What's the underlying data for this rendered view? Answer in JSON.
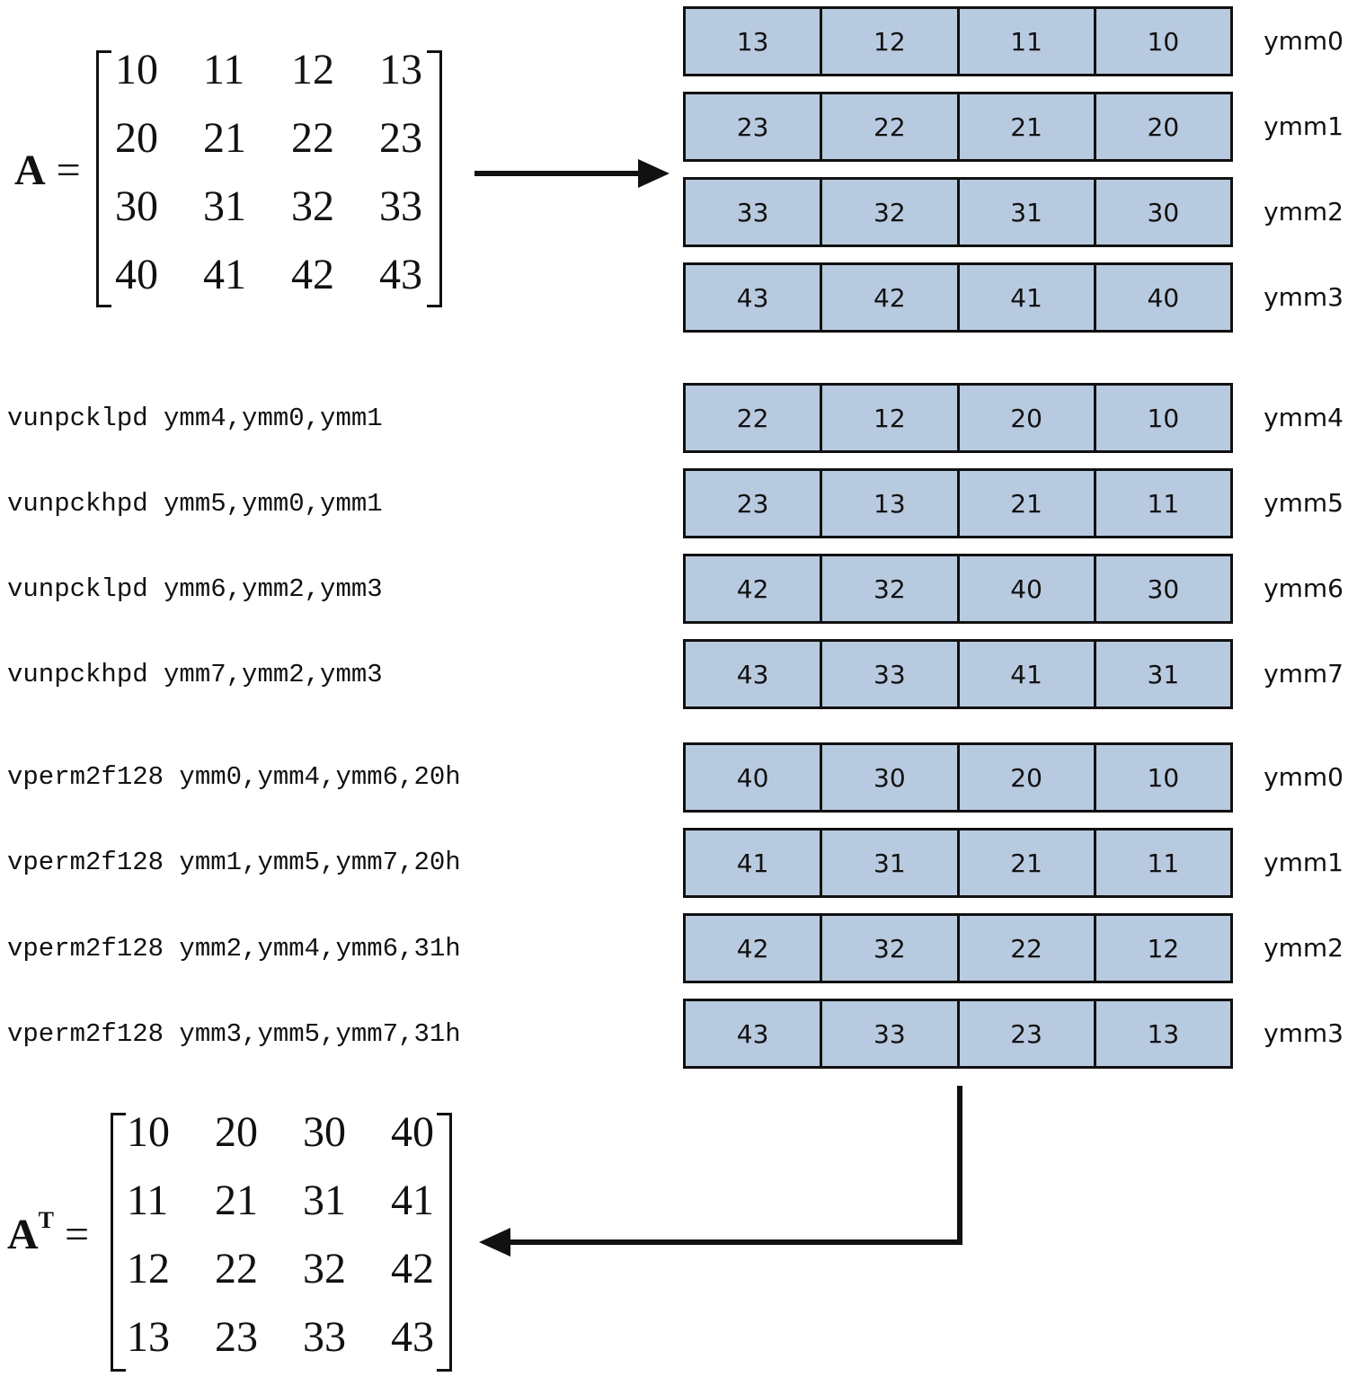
{
  "matrix_a": {
    "label": "A",
    "equals": "=",
    "rows": [
      [
        "10",
        "11",
        "12",
        "13"
      ],
      [
        "20",
        "21",
        "22",
        "23"
      ],
      [
        "30",
        "31",
        "32",
        "33"
      ],
      [
        "40",
        "41",
        "42",
        "43"
      ]
    ]
  },
  "matrix_at": {
    "label": "A",
    "superscript": "T",
    "equals": "=",
    "rows": [
      [
        "10",
        "20",
        "30",
        "40"
      ],
      [
        "11",
        "21",
        "31",
        "41"
      ],
      [
        "12",
        "22",
        "32",
        "42"
      ],
      [
        "13",
        "23",
        "33",
        "43"
      ]
    ]
  },
  "registers": [
    {
      "name": "ymm0",
      "values": [
        "13",
        "12",
        "11",
        "10"
      ]
    },
    {
      "name": "ymm1",
      "values": [
        "23",
        "22",
        "21",
        "20"
      ]
    },
    {
      "name": "ymm2",
      "values": [
        "33",
        "32",
        "31",
        "30"
      ]
    },
    {
      "name": "ymm3",
      "values": [
        "43",
        "42",
        "41",
        "40"
      ]
    },
    {
      "name": "ymm4",
      "values": [
        "22",
        "12",
        "20",
        "10"
      ]
    },
    {
      "name": "ymm5",
      "values": [
        "23",
        "13",
        "21",
        "11"
      ]
    },
    {
      "name": "ymm6",
      "values": [
        "42",
        "32",
        "40",
        "30"
      ]
    },
    {
      "name": "ymm7",
      "values": [
        "43",
        "33",
        "41",
        "31"
      ]
    },
    {
      "name": "ymm0",
      "values": [
        "40",
        "30",
        "20",
        "10"
      ]
    },
    {
      "name": "ymm1",
      "values": [
        "41",
        "31",
        "21",
        "11"
      ]
    },
    {
      "name": "ymm2",
      "values": [
        "42",
        "32",
        "22",
        "12"
      ]
    },
    {
      "name": "ymm3",
      "values": [
        "43",
        "33",
        "23",
        "13"
      ]
    }
  ],
  "instructions": [
    "vunpcklpd ymm4,ymm0,ymm1",
    "vunpckhpd ymm5,ymm0,ymm1",
    "vunpcklpd ymm6,ymm2,ymm3",
    "vunpckhpd ymm7,ymm2,ymm3",
    "vperm2f128 ymm0,ymm4,ymm6,20h",
    "vperm2f128 ymm1,ymm5,ymm7,20h",
    "vperm2f128 ymm2,ymm4,ymm6,31h",
    "vperm2f128 ymm3,ymm5,ymm7,31h"
  ]
}
